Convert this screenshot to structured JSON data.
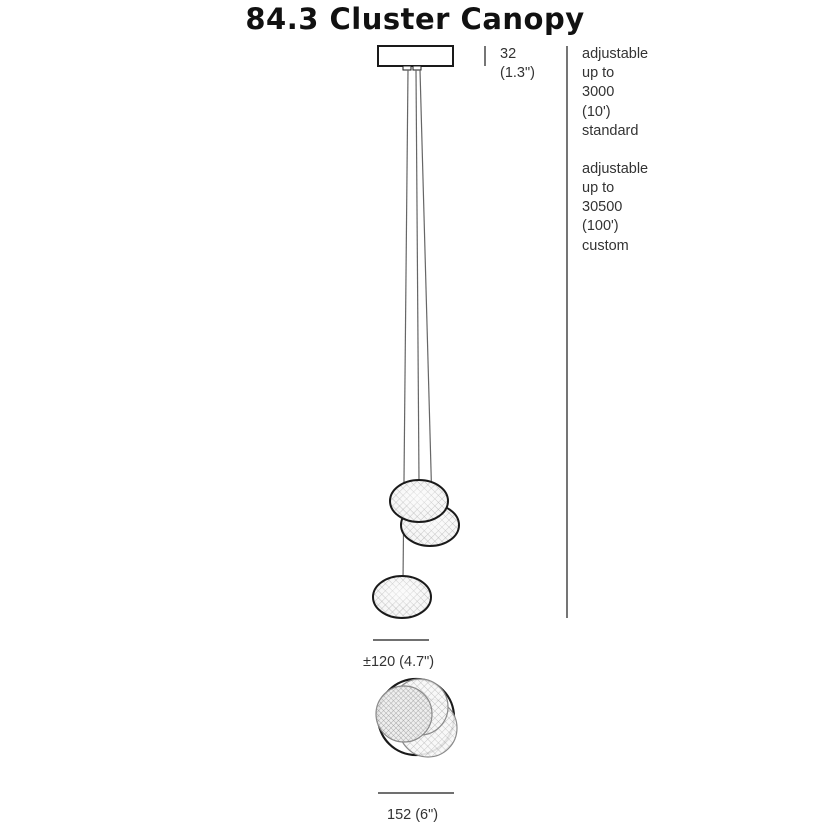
{
  "title": "84.3 Cluster Canopy",
  "canopy_height": {
    "value": "32",
    "imperial": "(1.3\")"
  },
  "cable_standard": {
    "line1": "adjustable",
    "line2": "up to",
    "line3": "3000",
    "line4": "(10')",
    "line5": "standard"
  },
  "cable_custom": {
    "line1": "adjustable",
    "line2": "up to",
    "line3": "30500",
    "line4": "(100')",
    "line5": "custom"
  },
  "shade_diameter": "±120 (4.7\")",
  "cluster_diameter": "152 (6\")",
  "colors": {
    "ink": "#1a1a1a",
    "text": "#333333",
    "cable": "#666666",
    "mesh": "#9a9a9a"
  }
}
